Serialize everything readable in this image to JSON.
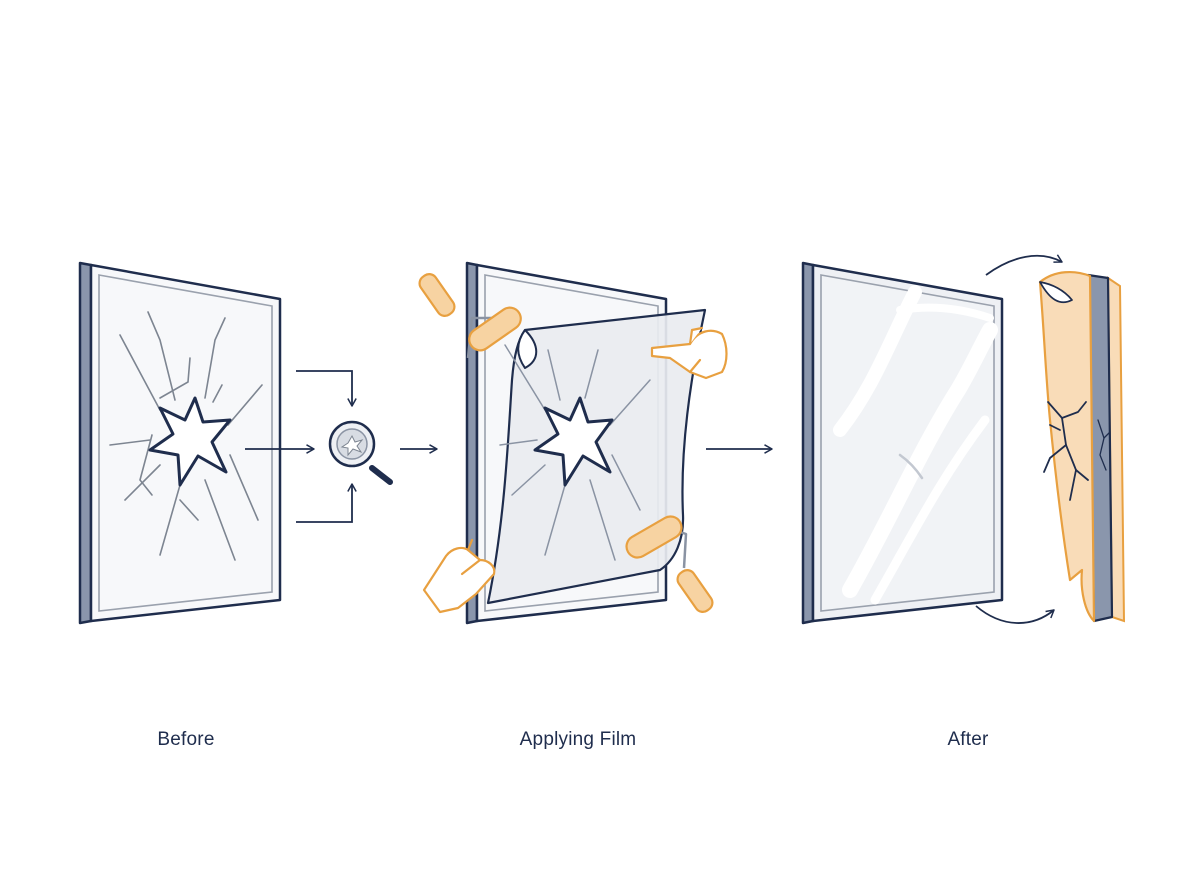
{
  "labels": {
    "before": "Before",
    "applying": "Applying Film",
    "after": "After"
  },
  "colors": {
    "navy": "#1f2d4d",
    "crack_gray": "#7d8591",
    "glass_fill": "#f7f8fa",
    "film_fill": "#e9ebf0",
    "accent_orange": "#e8a040",
    "tool_fill": "#f7d3a2",
    "film_layer": "#f9dcb8"
  },
  "icons": [
    "broken-glass-icon",
    "magnifier-icon",
    "roller-icon",
    "hand-icon",
    "curved-arrow-icon"
  ]
}
